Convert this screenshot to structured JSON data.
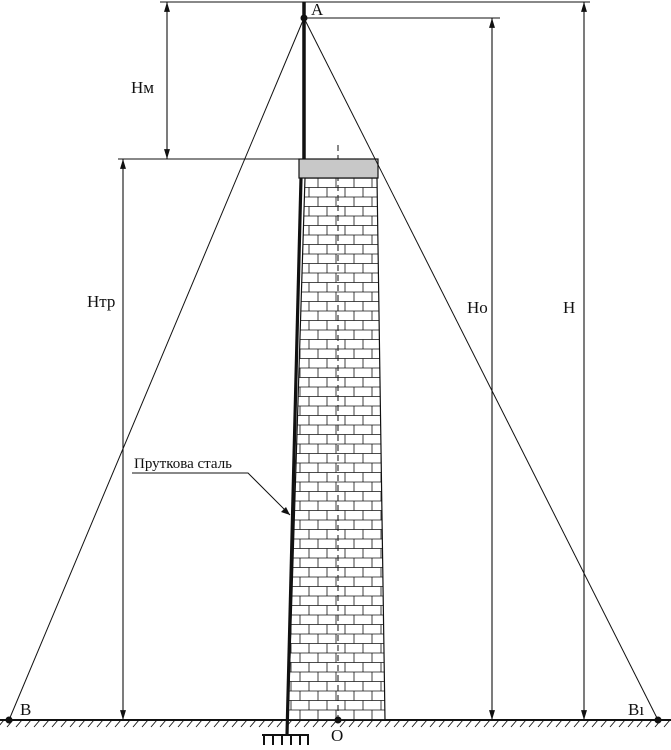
{
  "diagram": {
    "labels": {
      "point_top": "A",
      "point_left": "B",
      "point_right": "Bı",
      "point_base": "O",
      "h_mast": "Hм",
      "h_pipe": "Hтр",
      "h_zero": "Ho",
      "h_total": "H",
      "rod_note": "Пруткова сталь"
    }
  }
}
